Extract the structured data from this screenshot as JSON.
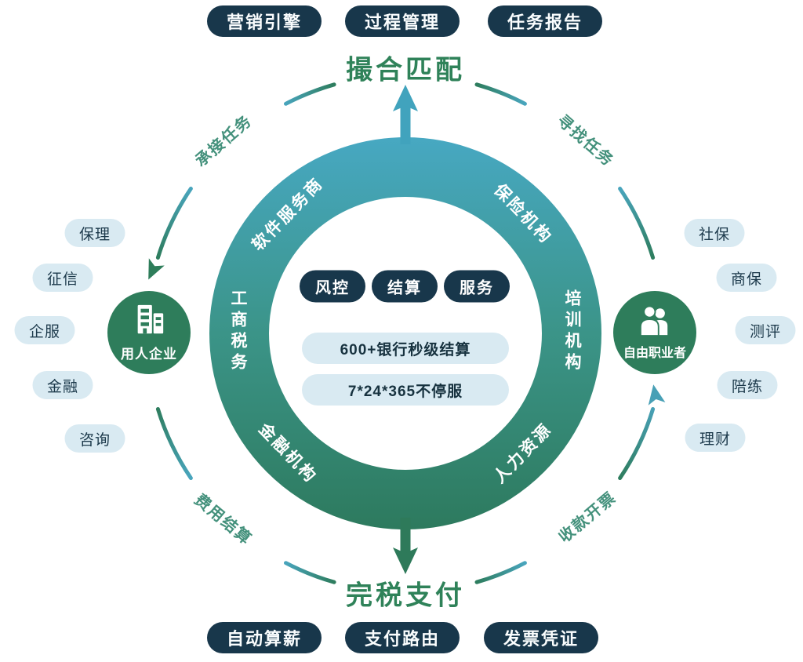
{
  "top": {
    "pills": [
      "营销引擎",
      "过程管理",
      "任务报告"
    ],
    "title": "撮合匹配"
  },
  "bottom": {
    "title": "完税支付",
    "pills": [
      "自动算薪",
      "支付路由",
      "发票凭证"
    ]
  },
  "ring": {
    "labels": {
      "top_left": "软件服务商",
      "top_right": "保险机构",
      "left": "工商税务",
      "right": "培训机构",
      "bottom_left": "金融机构",
      "bottom_right": "人力资源"
    }
  },
  "center": {
    "feature_pills": [
      "风控",
      "结算",
      "服务"
    ],
    "info_pills": [
      "600+银行秒级结算",
      "7*24*365不停服"
    ]
  },
  "employer": {
    "label": "用人企业",
    "services": [
      "保理",
      "征信",
      "企服",
      "金融",
      "咨询"
    ]
  },
  "freelancer": {
    "label": "自由职业者",
    "services": [
      "社保",
      "商保",
      "测评",
      "陪练",
      "理财"
    ]
  },
  "flows": {
    "top_left": "承接任务",
    "top_right": "寻找任务",
    "bottom_left": "费用结算",
    "bottom_right": "收款开票"
  },
  "colors": {
    "navy_pill": "#18374b",
    "light_pill": "#d9eaf2",
    "node_green": "#2e7d5b",
    "title_green": "#2f8259",
    "ring_teal": "#47a8c2",
    "ring_green": "#2d7a5e",
    "flow_text": "#44917c",
    "arrow_teal": "#41a3bd",
    "arrow_green": "#2e7a5a"
  }
}
